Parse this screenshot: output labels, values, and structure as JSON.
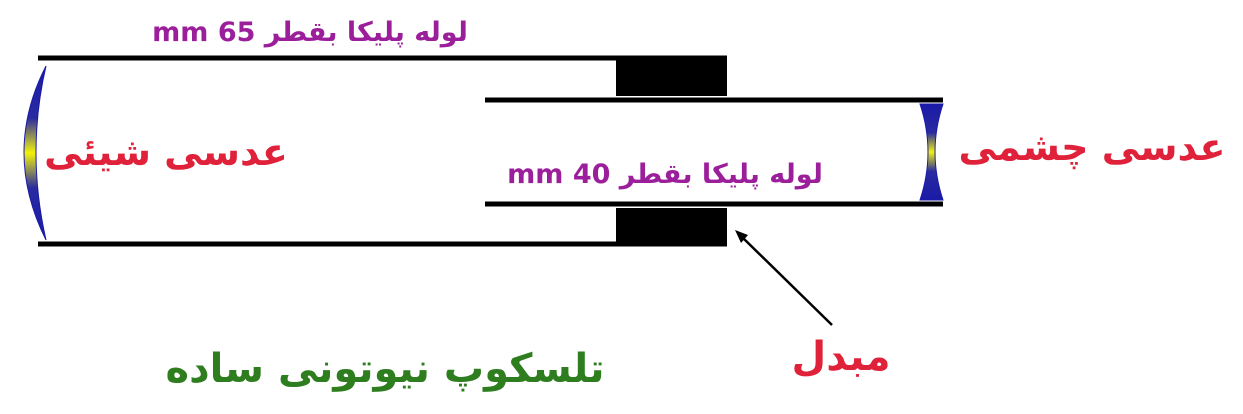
{
  "labels": {
    "outer_tube": "لوله پلیکا بقطر 65 mm",
    "inner_tube": "لوله پلیکا بقطر 40 mm",
    "objective_lens": "عدسی شیئی",
    "eyepiece_lens": "عدسی چشمی",
    "adapter": "مبدل",
    "title": "تلسکوپ نیوتونی ساده"
  },
  "colors": {
    "tube_label": "#9b1f9b",
    "lens_label": "#e0213a",
    "title": "#2e7d1e",
    "lens_edge": "#1a1aa8",
    "lens_center": "#f2f20a",
    "line": "#000000"
  }
}
